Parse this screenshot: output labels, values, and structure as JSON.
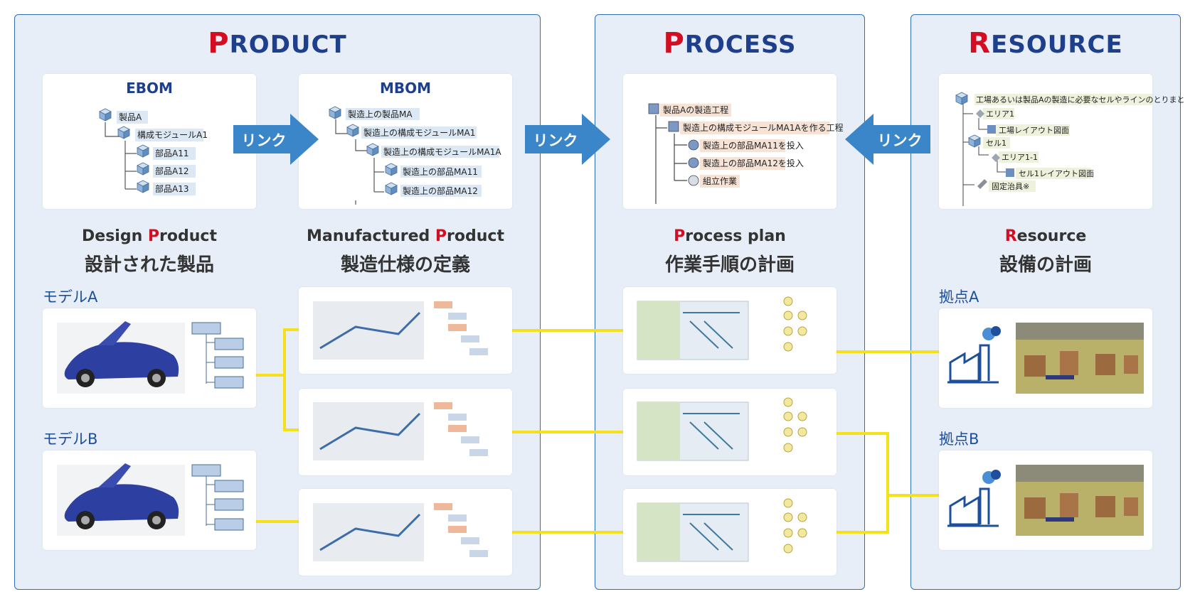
{
  "panels": {
    "product": {
      "first": "P",
      "rest": "RODUCT"
    },
    "process": {
      "first": "P",
      "rest": "ROCESS"
    },
    "resource": {
      "first": "R",
      "rest": "ESOURCE"
    }
  },
  "ebom": {
    "header": "EBOM",
    "items": [
      "製品A",
      "構成モジュールA1",
      "部品A11",
      "部品A12",
      "部品A13"
    ]
  },
  "mbom": {
    "header": "MBOM",
    "items": [
      "製造上の製品MA",
      "製造上の構成モジュールMA1",
      "製造上の構成モジュールMA1A",
      "製造上の部品MA11",
      "製造上の部品MA12"
    ]
  },
  "process_tree": {
    "items": [
      "製品Aの製造工程",
      "製造上の構成モジュールMA1Aを作る工程",
      "製造上の部品MA11を投入",
      "製造上の部品MA12を投入",
      "組立作業"
    ]
  },
  "resource_tree": {
    "items": [
      "工場あるいは製品Aの製造に必要なセルやラインのとりまと",
      "エリア1",
      "工場レイアウト図面",
      "セル1",
      "エリア1-1",
      "セル1レイアウト図面",
      "固定治具※"
    ]
  },
  "arrows": {
    "link1": "リンク",
    "link2": "リンク",
    "link3": "リンク"
  },
  "captions": {
    "design": {
      "pre": "Design ",
      "r": "P",
      "post": "roduct",
      "jp": "設計された製品"
    },
    "manufactured": {
      "pre": "Manufactured ",
      "r": "P",
      "post": "roduct",
      "jp": "製造仕様の定義"
    },
    "process": {
      "pre": "",
      "r": "P",
      "post": "rocess plan",
      "jp": "作業手順の計画"
    },
    "resource": {
      "pre": "",
      "r": "R",
      "post": "esource",
      "jp": "設備の計画"
    }
  },
  "labels": {
    "model_a": "モデルA",
    "model_b": "モデルB",
    "site_a": "拠点A",
    "site_b": "拠点B"
  },
  "colors": {
    "panel_bg": "#e7eef7",
    "border": "#2c6fb8",
    "title_blue": "#1d3f8c",
    "accent_red": "#d40e22",
    "arrow_blue": "#3a86c8",
    "connector_yellow": "#f5e117"
  }
}
